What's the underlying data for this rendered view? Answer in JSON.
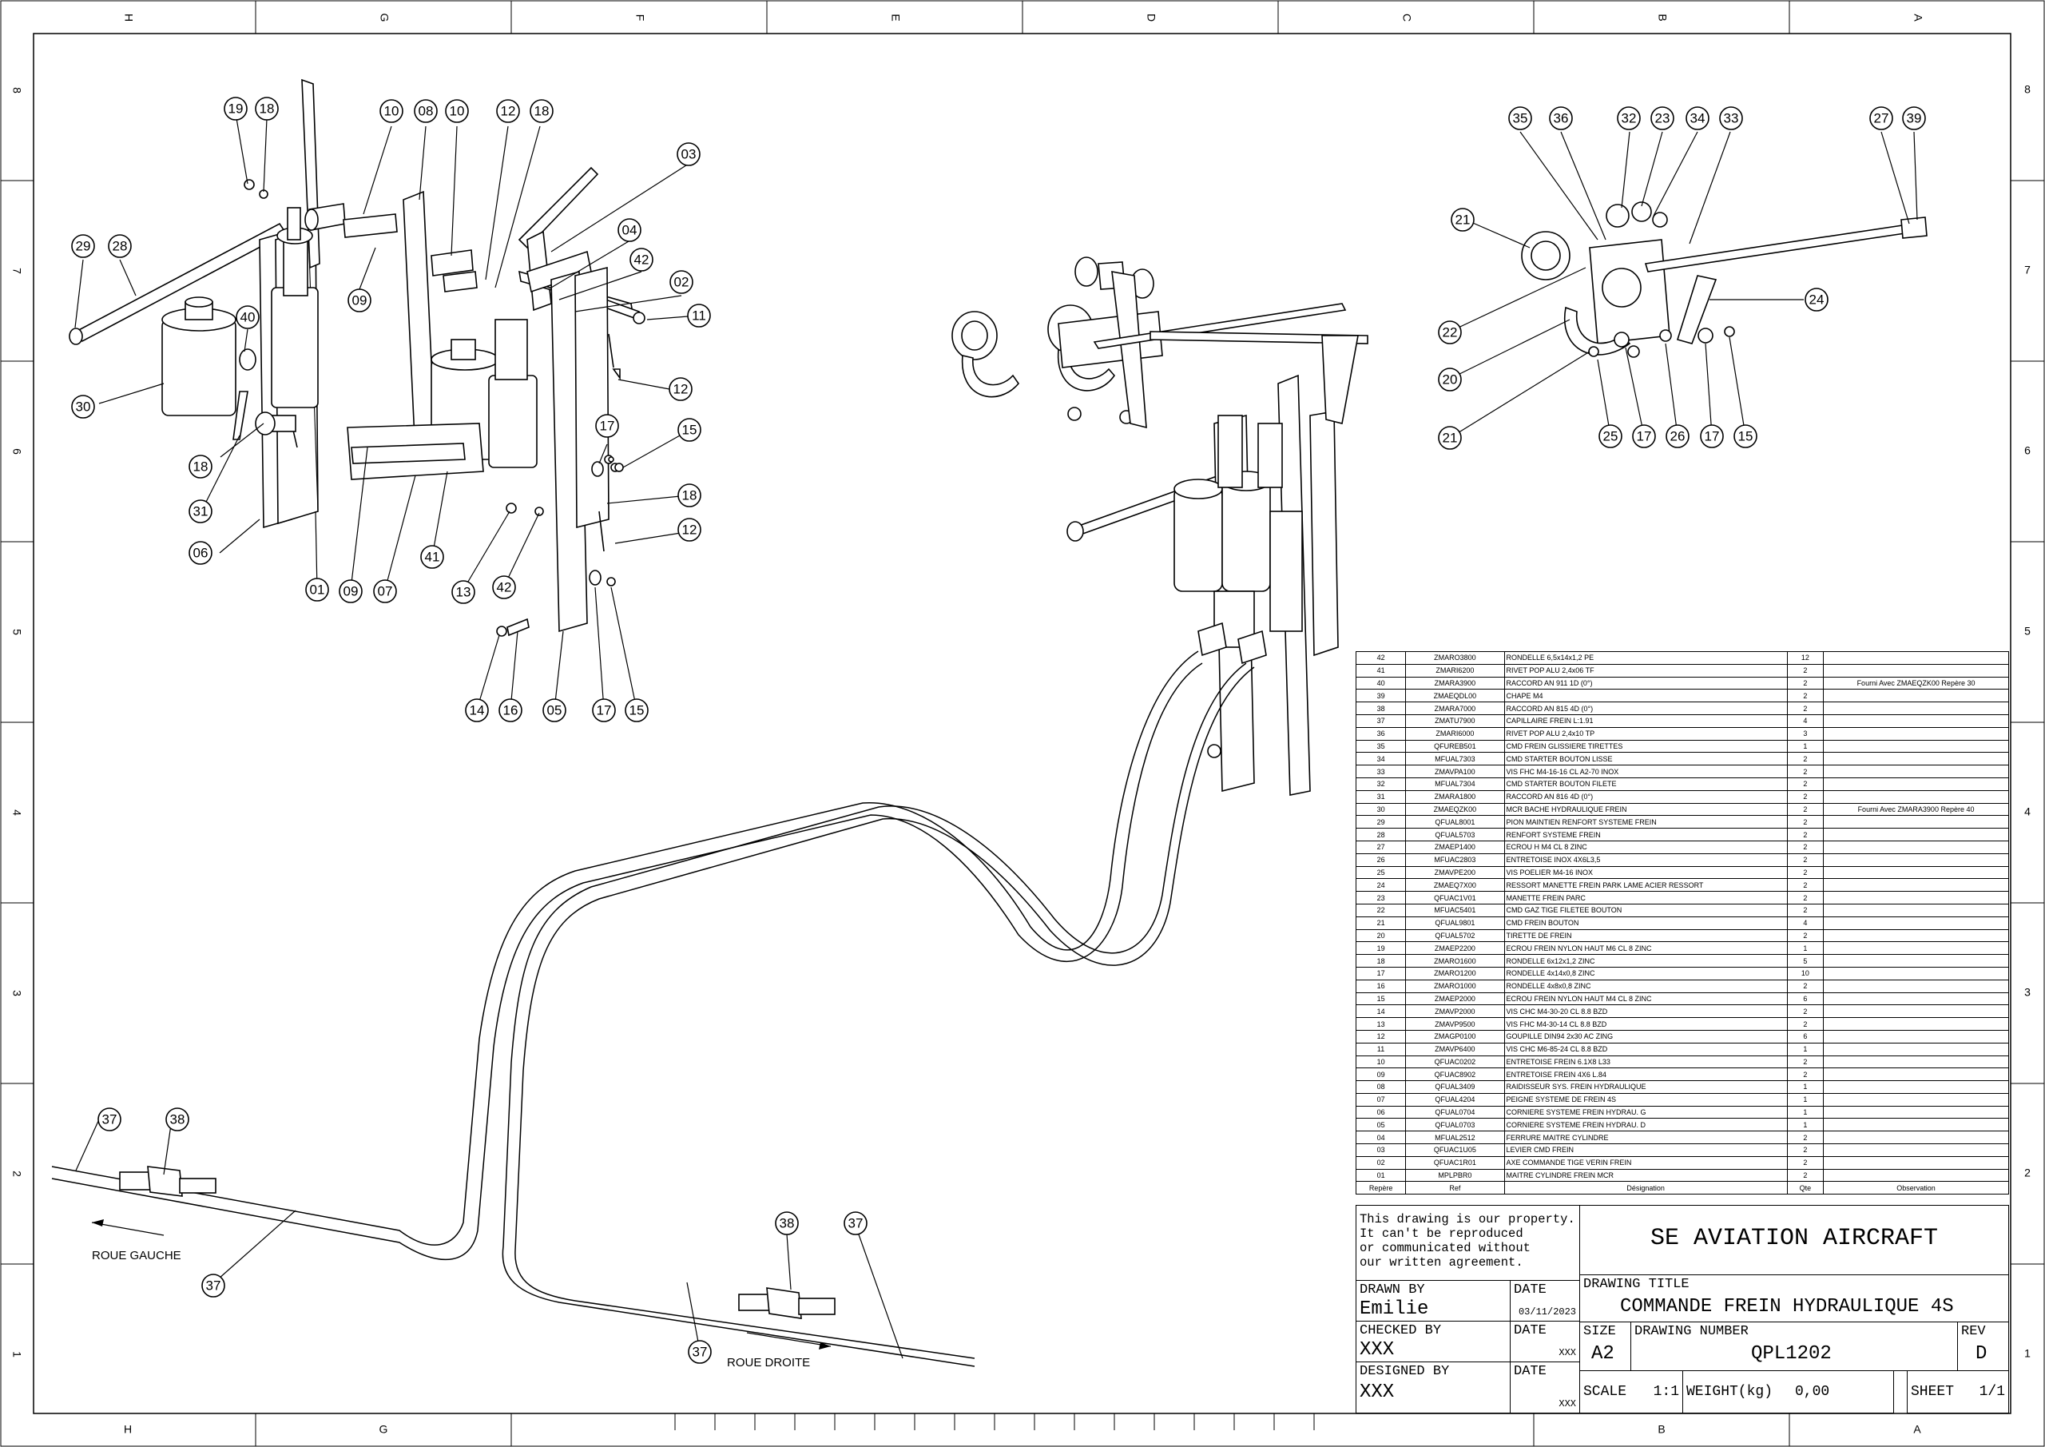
{
  "frame": {
    "top_zones": [
      "H",
      "G",
      "F",
      "E",
      "D",
      "C",
      "B",
      "A"
    ],
    "bottom_zones": [
      "H",
      "G",
      "B",
      "A"
    ],
    "side_zones": [
      "8",
      "7",
      "6",
      "5",
      "4",
      "3",
      "2",
      "1"
    ]
  },
  "balloons_left": [
    "19",
    "18",
    "10",
    "08",
    "10",
    "12",
    "18",
    "03",
    "29",
    "28",
    "04",
    "42",
    "02",
    "09",
    "11",
    "40",
    "12",
    "30",
    "17",
    "15",
    "18",
    "31",
    "18",
    "06",
    "12",
    "41",
    "01",
    "09",
    "07",
    "13",
    "42",
    "14",
    "16",
    "05",
    "17",
    "15"
  ],
  "balloons_right": [
    "35",
    "36",
    "32",
    "23",
    "34",
    "33",
    "27",
    "39",
    "21",
    "24",
    "22",
    "20",
    "21",
    "25",
    "17",
    "26",
    "17",
    "15"
  ],
  "balloons_bottom": [
    "37",
    "38",
    "37",
    "38",
    "37",
    "37"
  ],
  "notes": {
    "left_wheel": "ROUE GAUCHE",
    "right_wheel": "ROUE DROITE"
  },
  "bom": {
    "headers": [
      "Repère",
      "Ref",
      "Désignation",
      "Qte",
      "Observation"
    ],
    "rows": [
      [
        "42",
        "ZMARO3800",
        "RONDELLE 6,5x14x1,2 PE",
        "12",
        ""
      ],
      [
        "41",
        "ZMARI6200",
        "RIVET POP ALU 2,4x06 TF",
        "2",
        ""
      ],
      [
        "40",
        "ZMARA3900",
        "RACCORD AN 911 1D (0°)",
        "2",
        "Fourni Avec ZMAEQZK00 Repère 30"
      ],
      [
        "39",
        "ZMAEQDL00",
        "CHAPE M4",
        "2",
        ""
      ],
      [
        "38",
        "ZMARA7000",
        "RACCORD AN 815 4D (0°)",
        "2",
        ""
      ],
      [
        "37",
        "ZMATU7900",
        "CAPILLAIRE FREIN L:1.91",
        "4",
        ""
      ],
      [
        "36",
        "ZMARI6000",
        "RIVET POP ALU 2,4x10 TP",
        "3",
        ""
      ],
      [
        "35",
        "QFUREB501",
        "CMD FREIN GLISSIERE TIRETTES",
        "1",
        ""
      ],
      [
        "34",
        "MFUAL7303",
        "CMD STARTER BOUTON LISSE",
        "2",
        ""
      ],
      [
        "33",
        "ZMAVPA100",
        "VIS FHC M4-16-16 CL A2-70 INOX",
        "2",
        ""
      ],
      [
        "32",
        "MFUAL7304",
        "CMD STARTER BOUTON FILETE",
        "2",
        ""
      ],
      [
        "31",
        "ZMARA1800",
        "RACCORD AN 816 4D (0°)",
        "2",
        ""
      ],
      [
        "30",
        "ZMAEQZK00",
        "MCR BACHE HYDRAULIQUE FREIN",
        "2",
        "Fourni Avec ZMARA3900 Repère 40"
      ],
      [
        "29",
        "QFUAL8001",
        "PION MAINTIEN RENFORT SYSTEME FREIN",
        "2",
        ""
      ],
      [
        "28",
        "QFUAL5703",
        "RENFORT SYSTEME FREIN",
        "2",
        ""
      ],
      [
        "27",
        "ZMAEP1400",
        "ECROU H M4 CL 8 ZINC",
        "2",
        ""
      ],
      [
        "26",
        "MFUAC2803",
        "ENTRETOISE INOX 4X6L3,5",
        "2",
        ""
      ],
      [
        "25",
        "ZMAVPE200",
        "VIS POELIER M4-16 INOX",
        "2",
        ""
      ],
      [
        "24",
        "ZMAEQ7X00",
        "RESSORT MANETTE FREIN PARK LAME ACIER RESSORT",
        "2",
        ""
      ],
      [
        "23",
        "QFUAC1V01",
        "MANETTE FREIN PARC",
        "2",
        ""
      ],
      [
        "22",
        "MFUAC5401",
        "CMD GAZ TIGE FILETEE BOUTON",
        "2",
        ""
      ],
      [
        "21",
        "QFUAL9801",
        "CMD FREIN BOUTON",
        "4",
        ""
      ],
      [
        "20",
        "QFUAL5702",
        "TIRETTE DE FREIN",
        "2",
        ""
      ],
      [
        "19",
        "ZMAEP2200",
        "ECROU FREIN NYLON HAUT M6 CL 8 ZINC",
        "1",
        ""
      ],
      [
        "18",
        "ZMARO1600",
        "RONDELLE 6x12x1,2 ZINC",
        "5",
        ""
      ],
      [
        "17",
        "ZMARO1200",
        "RONDELLE 4x14x0,8 ZINC",
        "10",
        ""
      ],
      [
        "16",
        "ZMARO1000",
        "RONDELLE 4x8x0,8 ZINC",
        "2",
        ""
      ],
      [
        "15",
        "ZMAEP2000",
        "ECROU FREIN NYLON HAUT M4 CL 8 ZINC",
        "6",
        ""
      ],
      [
        "14",
        "ZMAVP2000",
        "VIS CHC M4-30-20 CL 8.8 BZD",
        "2",
        ""
      ],
      [
        "13",
        "ZMAVP9500",
        "VIS FHC M4-30-14 CL 8.8 BZD",
        "2",
        ""
      ],
      [
        "12",
        "ZMAGP0100",
        "GOUPILLE  DIN94 2x30 AC ZING",
        "6",
        ""
      ],
      [
        "11",
        "ZMAVP6400",
        "VIS CHC M6-85-24 CL 8.8 BZD",
        "1",
        ""
      ],
      [
        "10",
        "QFUAC0202",
        "ENTRETOISE FREIN 6.1X8 L33",
        "2",
        ""
      ],
      [
        "09",
        "QFUAC8902",
        "ENTRETOISE FREIN 4X6 L.84",
        "2",
        ""
      ],
      [
        "08",
        "QFUAL3409",
        "RAIDISSEUR SYS. FREIN HYDRAULIQUE",
        "1",
        ""
      ],
      [
        "07",
        "QFUAL4204",
        "PEIGNE SYSTEME DE FREIN 4S",
        "1",
        ""
      ],
      [
        "06",
        "QFUAL0704",
        "CORNIERE SYSTEME FREIN HYDRAU. G",
        "1",
        ""
      ],
      [
        "05",
        "QFUAL0703",
        "CORNIERE SYSTEME FREIN HYDRAU. D",
        "1",
        ""
      ],
      [
        "04",
        "MFUAL2512",
        "FERRURE MAITRE CYLINDRE",
        "2",
        ""
      ],
      [
        "03",
        "QFUAC1U05",
        "LEVIER CMD FREIN",
        "2",
        ""
      ],
      [
        "02",
        "QFUAC1R01",
        "AXE COMMANDE TIGE VERIN FREIN",
        "2",
        ""
      ],
      [
        "01",
        "MPLPBR0",
        "MAITRE CYLINDRE FREIN MCR",
        "2",
        ""
      ]
    ]
  },
  "title_block": {
    "property_notice": [
      "This drawing is our property.",
      "It can't be reproduced",
      "or communicated without",
      "our written agreement."
    ],
    "company": "SE AVIATION AIRCRAFT",
    "drawing_title_label": "DRAWING TITLE",
    "drawing_title": "COMMANDE FREIN HYDRAULIQUE 4S",
    "drawn_by_label": "DRAWN BY",
    "drawn_by": "Emilie",
    "date_label": "DATE",
    "drawn_date": "03/11/2023",
    "checked_by_label": "CHECKED BY",
    "checked_by": "XXX",
    "checked_date": "XXX",
    "designed_by_label": "DESIGNED BY",
    "designed_by": "XXX",
    "designed_date": "XXX",
    "size_label": "SIZE",
    "size": "A2",
    "drawing_number_label": "DRAWING NUMBER",
    "drawing_number": "QPL1202",
    "rev_label": "REV",
    "rev": "D",
    "scale_label": "SCALE",
    "scale": "1:1",
    "weight_label": "WEIGHT(kg)",
    "weight": "0,00",
    "sheet_label": "SHEET",
    "sheet": "1/1"
  }
}
